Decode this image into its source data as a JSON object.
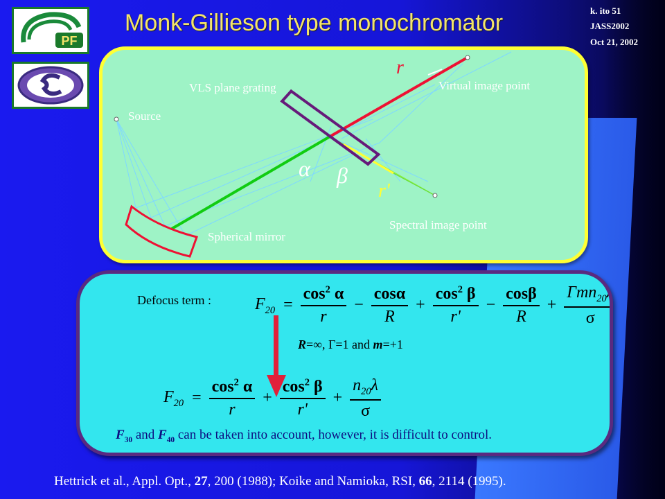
{
  "header": {
    "title": "Monk-Gillieson type monochromator",
    "author_slide": "k. ito      51",
    "conference": "JASS2002",
    "date": "Oct 21, 2002",
    "logo_top_text": "PF"
  },
  "diagram": {
    "labels": {
      "grating": "VLS plane grating",
      "virtual_point": "Virtual image point",
      "source": "Source",
      "spectral_point": "Spectral image point",
      "mirror": "Spherical mirror",
      "r": "r",
      "r_prime": "r'",
      "alpha": "α",
      "beta": "β"
    }
  },
  "equations": {
    "defocus_label": "Defocus term :",
    "F": "F",
    "sub20": "20",
    "eq_sign": "=",
    "cos2a": "cos",
    "cosa": "cosα",
    "cosb": "cosβ",
    "alpha": "α",
    "beta": "β",
    "two": "2",
    "r": "r",
    "R": "R",
    "r_prime": "r'",
    "Gamma_m": "Γmn",
    "lambda": "λ",
    "sigma": "σ",
    "n": "n",
    "minus": "−",
    "plus": "+",
    "condition_R": "R",
    "condition_rest": "=∞, Γ=1 and ",
    "condition_m": "m",
    "condition_end": "=+1",
    "note_F": "F",
    "note_30": "30",
    "note_and": " and ",
    "note_40": "40",
    "note_text": " can be taken into account, however, it is difficult to control."
  },
  "reference": {
    "part1": "Hettrick et al., Appl. Opt., ",
    "vol1": "27",
    "part2": ", 200 (1988); Koike and Namioka, RSI, ",
    "vol2": "66",
    "part3": ", 2114 (1995)."
  },
  "colors": {
    "title": "#f3e46a",
    "panel1_fill": "#9ef3c6",
    "panel1_border": "#ffff33",
    "panel2_fill": "#33e6ee",
    "panel2_border": "#5a2a80",
    "arrow": "#e0203a"
  }
}
